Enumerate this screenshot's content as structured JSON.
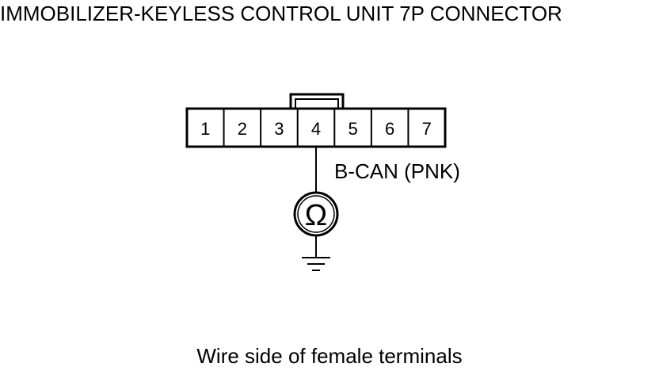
{
  "title": "IMMOBILIZER-KEYLESS CONTROL UNIT 7P CONNECTOR",
  "caption": "Wire side of female terminals",
  "connector": {
    "pins": [
      "1",
      "2",
      "3",
      "4",
      "5",
      "6",
      "7"
    ],
    "probed_pin": "4"
  },
  "wire_label": "B-CAN (PNK)",
  "meter_symbol": "Ω",
  "icons": {
    "meter": "ohmmeter-icon",
    "ground": "ground-icon"
  },
  "colors": {
    "line": "#000000",
    "background": "#ffffff"
  }
}
